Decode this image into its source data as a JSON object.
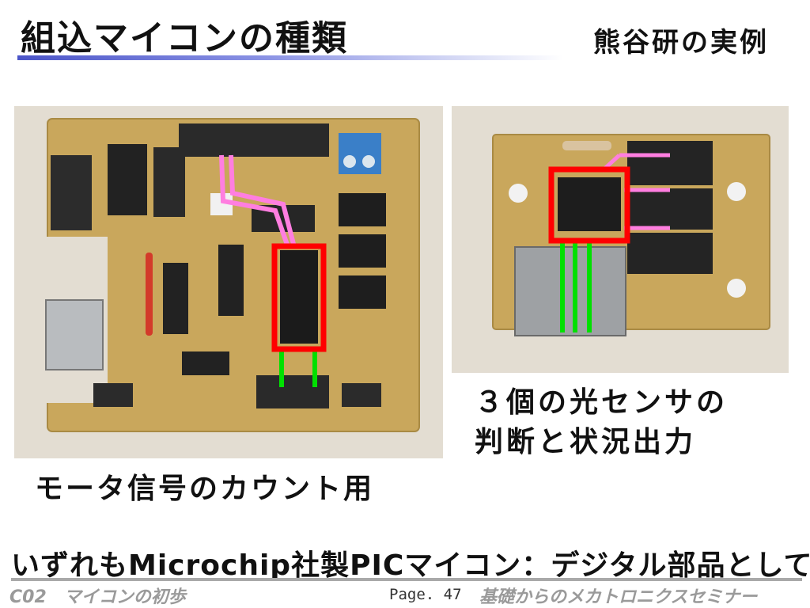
{
  "slide": {
    "title": "組込マイコンの種類",
    "subtitle": "熊谷研の実例",
    "caption_right_line1": "３個の光センサの",
    "caption_right_line2": "判断と状況出力",
    "caption_left": "モータ信号のカウント用",
    "bottom_line": "いずれもMicrochip社製PICマイコン：デジタル部品として"
  },
  "footer": {
    "left": "C02　マイコンの初歩",
    "page": "Page. 47",
    "right": "基礎からのメカトロニクスセミナー"
  },
  "colors": {
    "title_rule": "#4b55c8",
    "board": "#c9a75c",
    "highlight_box": "#ff0000",
    "signal_pink": "#ff7ee0",
    "signal_green": "#00e000",
    "footer_text": "#9a9a9a"
  }
}
